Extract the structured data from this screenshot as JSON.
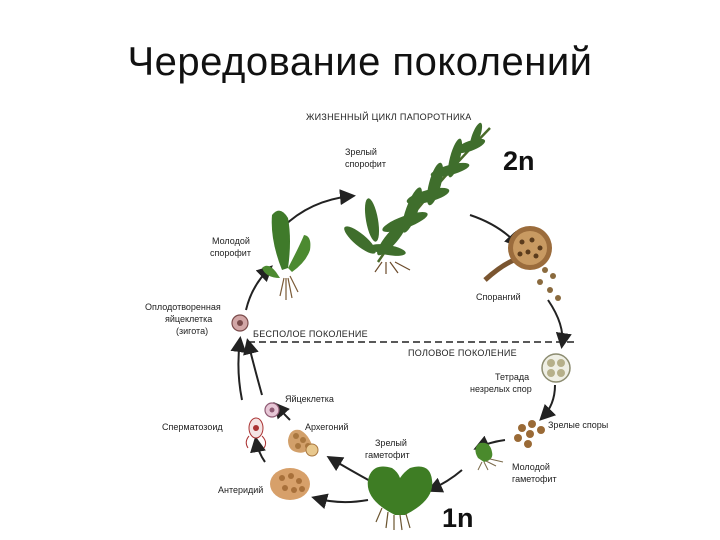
{
  "slide": {
    "title": "Чередование поколений"
  },
  "diagram": {
    "header": "ЖИЗНЕННЫЙ ЦИКЛ ПАПОРОТНИКА",
    "ploidy_top": "2n",
    "ploidy_bottom": "1n",
    "divider_asexual": "БЕСПОЛОЕ ПОКОЛЕНИЕ",
    "divider_sexual": "ПОЛОВОЕ ПОКОЛЕНИЕ",
    "labels": {
      "mature_sporophyte_1": "Зрелый",
      "mature_sporophyte_2": "спорофит",
      "young_sporophyte_1": "Молодой",
      "young_sporophyte_2": "спорофит",
      "zygote_1": "Оплодотворенная",
      "zygote_2": "яйцеклетка",
      "zygote_3": "(зигота)",
      "sporangium": "Спорангий",
      "tetrad_1": "Тетрада",
      "tetrad_2": "незрелых спор",
      "mature_spores": "Зрелые споры",
      "young_gametophyte_1": "Молодой",
      "young_gametophyte_2": "гаметофит",
      "mature_gametophyte_1": "Зрелый",
      "mature_gametophyte_2": "гаметофит",
      "egg": "Яйцеклетка",
      "archegonium": "Архегоний",
      "sperm": "Сперматозоид",
      "antheridium": "Антеридий"
    }
  },
  "colors": {
    "fern_green": "#3f6e2c",
    "gametophyte_green": "#3e7d24",
    "cell_brown": "#b98a56",
    "arrow": "#222222"
  }
}
